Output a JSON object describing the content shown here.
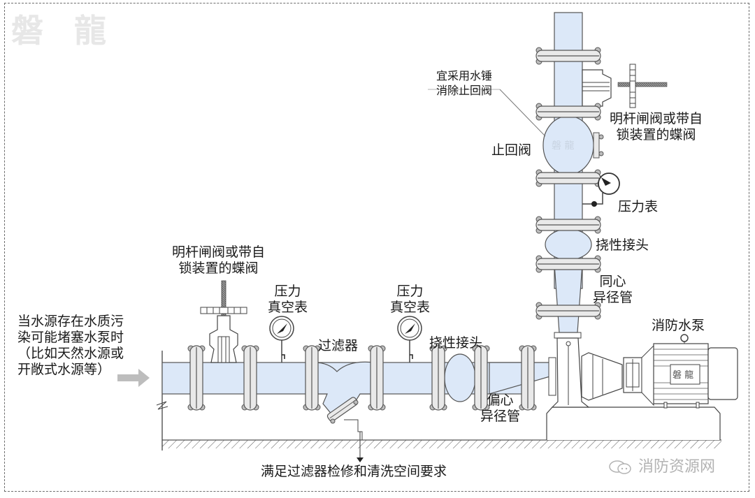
{
  "diagram": {
    "type": "fire pump suction/discharge piping schematic",
    "logo_text": "磐 龍",
    "nameplate_text": "磐 龍",
    "colors": {
      "pipe_fill": "#dce8f8",
      "line": "#4a4a4a",
      "flange_fill": "#e9e9e9",
      "text": "#1a1a1a",
      "frame": "#6d6d6d",
      "logo": "#e7e7e7",
      "watermark": "#b3b3b3",
      "arrow": "#bdbdbd"
    },
    "labels": {
      "water_source_note": "当水源存在水质污\n染可能堵塞水泵时\n（比如天然水源或\n开敞式水源等）",
      "suction_valve": "明杆闸阀或带自\n锁装置的蝶阀",
      "suction_gauge_1": "压力\n真空表",
      "filter": "过滤器",
      "suction_gauge_2": "压力\n真空表",
      "suction_flex_joint": "挠性接头",
      "eccentric_reducer": "偏心\n异径管",
      "maintenance_note": "满足过滤器检修和清洗空间要求",
      "fire_pump": "消防水泵",
      "concentric_reducer": "同心\n异径管",
      "discharge_flex_joint": "挠性接头",
      "pressure_gauge": "压力表",
      "check_valve": "止回阀",
      "check_valve_note": "宜采用水锤\n消除止回阀",
      "discharge_valve": "明杆闸阀或带自\n锁装置的蝶阀"
    },
    "watermark": "消防资源网"
  }
}
